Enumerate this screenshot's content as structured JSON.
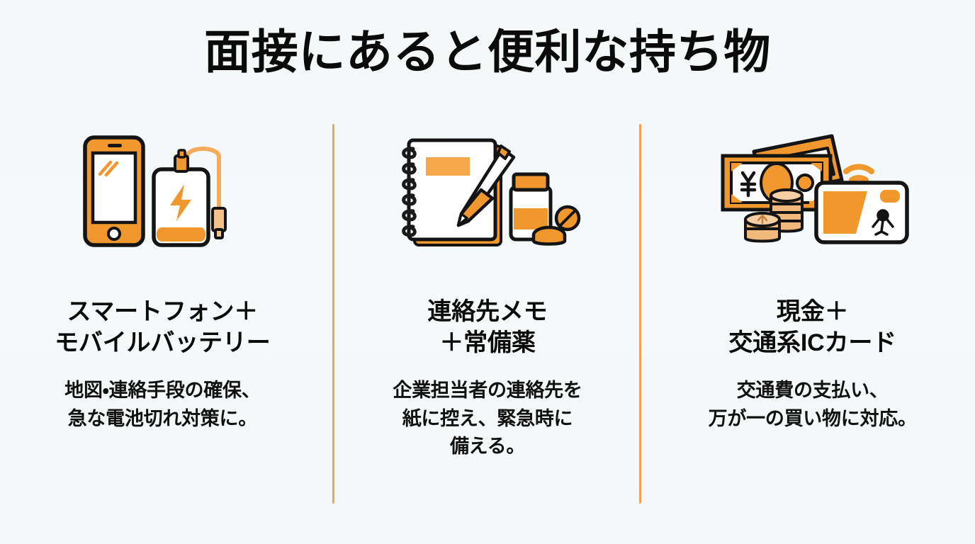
{
  "title": "面接にあると便利な持ち物",
  "theme": {
    "background": "#f5f8f9",
    "accent_orange": "#f0982e",
    "divider_orange": "#f0a355",
    "outline_black": "#141414",
    "text_black": "#0b0b0b"
  },
  "columns": [
    {
      "icon": "smartphone-and-power-bank-icon",
      "heading": "スマートフォン＋\nモバイルバッテリー",
      "body": "地図・連絡手段の確保、\n急な電池切れ対策に。"
    },
    {
      "icon": "notebook-pen-and-medicine-icon",
      "heading": "連絡先メモ\n＋常備薬",
      "body": "企業担当者の連絡先を\n紙に控え、緊急時に\n備える。"
    },
    {
      "icon": "cash-coins-and-ic-card-icon",
      "heading": "現金＋\n交通系ICカード",
      "body": "交通費の支払い、\n万が一の買い物に対応。"
    }
  ]
}
